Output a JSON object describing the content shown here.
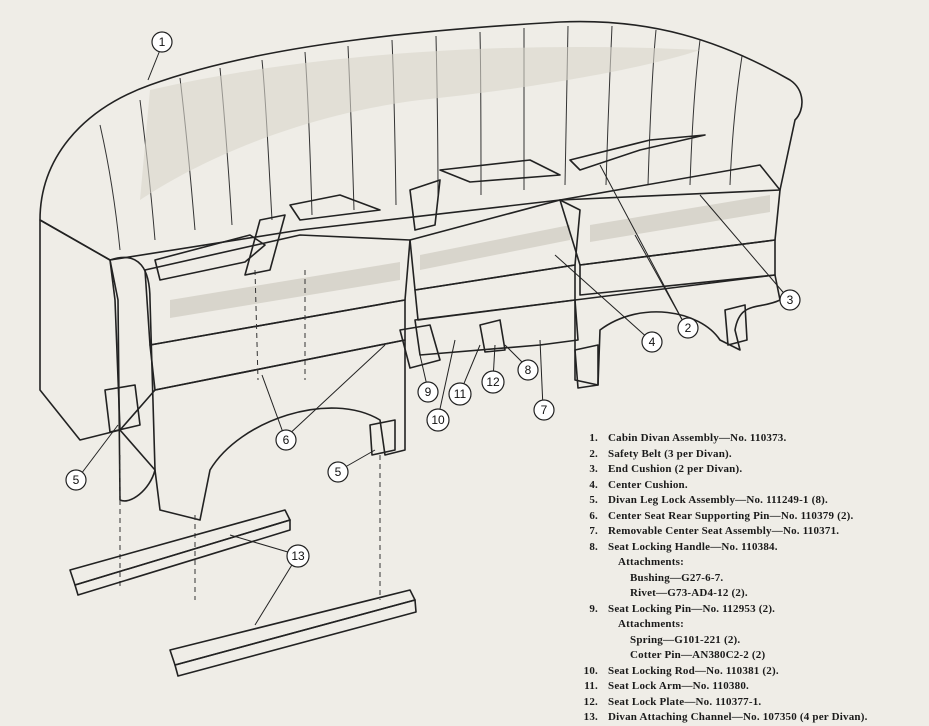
{
  "callouts": [
    {
      "id": "1",
      "label": "1"
    },
    {
      "id": "2",
      "label": "2"
    },
    {
      "id": "3",
      "label": "3"
    },
    {
      "id": "4",
      "label": "4"
    },
    {
      "id": "5a",
      "label": "5"
    },
    {
      "id": "5b",
      "label": "5"
    },
    {
      "id": "6",
      "label": "6"
    },
    {
      "id": "7",
      "label": "7"
    },
    {
      "id": "8",
      "label": "8"
    },
    {
      "id": "9",
      "label": "9"
    },
    {
      "id": "10",
      "label": "10"
    },
    {
      "id": "11",
      "label": "11"
    },
    {
      "id": "12",
      "label": "12"
    },
    {
      "id": "13",
      "label": "13"
    }
  ],
  "legend": {
    "items": [
      {
        "num": "1.",
        "text": "Cabin Divan Assembly—No. 110373."
      },
      {
        "num": "2.",
        "text": "Safety Belt (3 per Divan)."
      },
      {
        "num": "3.",
        "text": "End Cushion (2 per Divan)."
      },
      {
        "num": "4.",
        "text": "Center Cushion."
      },
      {
        "num": "5.",
        "text": "Divan Leg Lock Assembly—No. 111249-1 (8)."
      },
      {
        "num": "6.",
        "text": "Center Seat Rear Supporting Pin—No. 110379 (2)."
      },
      {
        "num": "7.",
        "text": "Removable Center Seat Assembly—No. 110371."
      },
      {
        "num": "8.",
        "text": "Seat Locking Handle—No. 110384."
      },
      {
        "num": "9.",
        "text": "Seat Locking Pin—No. 112953 (2)."
      },
      {
        "num": "10.",
        "text": "Seat Locking Rod—No. 110381 (2)."
      },
      {
        "num": "11.",
        "text": "Seat Lock Arm—No. 110380."
      },
      {
        "num": "12.",
        "text": "Seat Lock Plate—No. 110377-1."
      },
      {
        "num": "13.",
        "text": "Divan Attaching Channel—No. 107350 (4 per Divan)."
      }
    ],
    "attachments_8": {
      "heading": "Attachments:",
      "lines": [
        "Bushing—G27-6-7.",
        "Rivet—G73-AD4-12 (2)."
      ]
    },
    "attachments_9": {
      "heading": "Attachments:",
      "lines": [
        "Spring—G101-221 (2).",
        "Cotter Pin—AN380C2-2 (2)"
      ]
    }
  }
}
